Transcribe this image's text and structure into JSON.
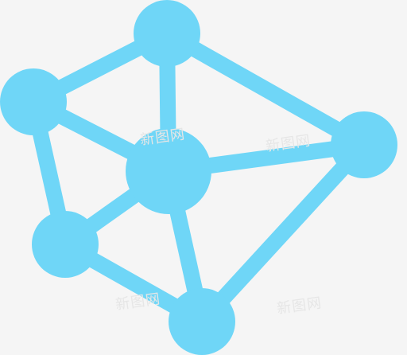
{
  "graphic": {
    "icon": "network-graph-icon",
    "color": "#6fd6f7",
    "background": "#f5f5f5",
    "watermark_color": "#e6e6e6"
  },
  "watermarks": [
    "新图网",
    "新图网",
    "新图网",
    "新图网"
  ]
}
